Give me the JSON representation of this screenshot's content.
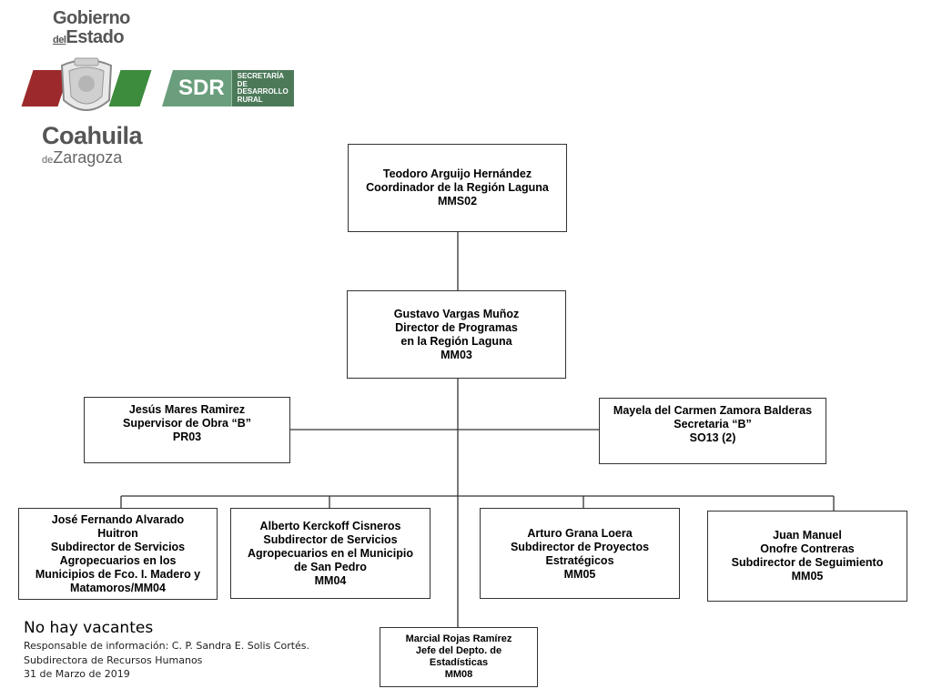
{
  "logo": {
    "gobierno": "Gobierno",
    "del": "del",
    "estado": "Estado",
    "sdr": "SDR",
    "sdr_sub": [
      "SECRETARÍA",
      "DE DESARROLLO",
      "RURAL"
    ],
    "coahuila": "Coahuila",
    "de": "de",
    "zaragoza": "Zaragoza"
  },
  "org": {
    "coordinator": [
      "Teodoro Arguijo Hernández",
      "Coordinador de la Región Laguna",
      "MMS02"
    ],
    "director": [
      "Gustavo Vargas Muñoz",
      "Director de Programas",
      "en la Región Laguna",
      "MM03"
    ],
    "supervisor": [
      "Jesús Mares Ramirez",
      "Supervisor de Obra “B”",
      "PR03"
    ],
    "secretary": [
      "Mayela del Carmen Zamora Balderas",
      "Secretaria “B”",
      "SO13 (2)"
    ],
    "sub1": [
      "José Fernando Alvarado",
      "Huitron",
      "Subdirector  de Servicios",
      "Agropecuarios en los",
      "Municipios de Fco. I. Madero y",
      "Matamoros/MM04"
    ],
    "sub2": [
      "Alberto Kerckoff Cisneros",
      "Subdirector de Servicios",
      "Agropecuarios en el Municipio",
      "de  San Pedro",
      "MM04"
    ],
    "sub3": [
      "Arturo Grana Loera",
      "Subdirector de Proyectos",
      "Estratégicos",
      "MM05"
    ],
    "sub4": [
      "Juan Manuel",
      "Onofre Contreras",
      "Subdirector de Seguimiento",
      "MM05"
    ],
    "statistics": [
      "Marcial Rojas Ramírez",
      "Jefe del Depto. de",
      "Estadísticas",
      "MM08"
    ]
  },
  "footer": {
    "vacancies": "No  hay vacantes",
    "responsible": "Responsable de información: C. P. Sandra E. Solis Cortés.",
    "position": "Subdirectora de Recursos Humanos",
    "date": "31 de Marzo de 2019"
  },
  "colors": {
    "red": "#9c2a2d",
    "green": "#3d8b3d",
    "sdr": "#6a9e7d",
    "line": "#333333"
  }
}
